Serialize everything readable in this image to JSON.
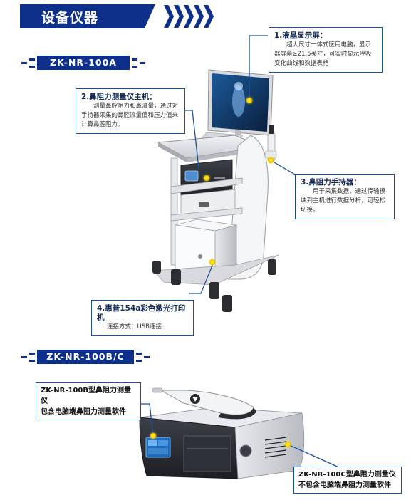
{
  "section": {
    "title": "设备仪器"
  },
  "models": {
    "a": "ZK-NR-100A",
    "bc": "ZK-NR-100B/C"
  },
  "callouts": {
    "c1": {
      "title": "1.液晶显示屏：",
      "body": "超大尺寸一体式医用电脑，显示器屏幕≥21.5英寸，可实时显示呼吸变化曲线和数据表格"
    },
    "c2": {
      "title": "2.鼻阻力测量仪主机：",
      "body": "测量鼻腔阻力和鼻流量，通过对手持器采集的鼻腔流量值和压力值来计算鼻腔阻力。"
    },
    "c3": {
      "title": "3.鼻阻力手持器：",
      "body": "用于采集数据，通过传输模块到主机进行数据分析，可轻松切换。"
    },
    "c4": {
      "title": "4.惠普154a彩色激光打印机",
      "body": "连接方式：USB连接"
    }
  },
  "notes": {
    "b_line1": "ZK-NR-100B型鼻阻力测量仪",
    "b_line2": "包含电脑端鼻阻力测量软件",
    "c_line1": "ZK-NR-100C型鼻阻力测量仪",
    "c_line2": "不包含电脑端鼻阻力测量软件"
  },
  "colors": {
    "brand": "#0e2f8a",
    "callout_border": "#1e4f9c",
    "marker": "#ffe21a"
  }
}
